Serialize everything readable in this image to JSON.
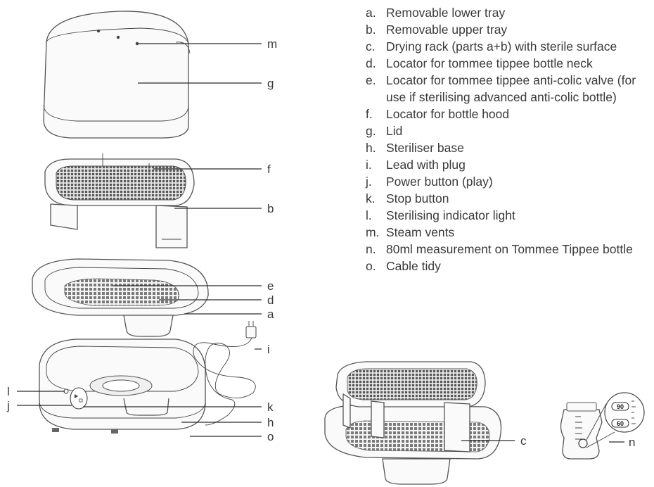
{
  "legend": [
    {
      "key": "a.",
      "text": "Removable lower tray"
    },
    {
      "key": "b.",
      "text": "Removable upper tray"
    },
    {
      "key": "c.",
      "text": "Drying rack (parts a+b) with sterile surface"
    },
    {
      "key": "d.",
      "text": "Locator for tommee tippee bottle neck"
    },
    {
      "key": "e.",
      "text": "Locator for tommee tippee anti-colic valve (for use if sterilising advanced anti-colic bottle)"
    },
    {
      "key": "f.",
      "text": "Locator for bottle hood"
    },
    {
      "key": "g.",
      "text": "Lid"
    },
    {
      "key": "h.",
      "text": "Steriliser base"
    },
    {
      "key": "i.",
      "text": "Lead with plug"
    },
    {
      "key": "j.",
      "text": "Power button (play)"
    },
    {
      "key": "k.",
      "text": "Stop button"
    },
    {
      "key": "l.",
      "text": "Sterilising indicator light"
    },
    {
      "key": "m.",
      "text": "Steam vents"
    },
    {
      "key": "n.",
      "text": "80ml measurement on Tommee Tippee bottle"
    },
    {
      "key": "o.",
      "text": "Cable tidy"
    }
  ],
  "callouts": {
    "m": "m",
    "g": "g",
    "f": "f",
    "b": "b",
    "e": "e",
    "d": "d",
    "a": "a",
    "i": "i",
    "l": "l",
    "j": "j",
    "k": "k",
    "h": "h",
    "o": "o",
    "c": "c",
    "n": "n"
  },
  "bottle_marks": {
    "upper": "90",
    "lower": "60"
  }
}
